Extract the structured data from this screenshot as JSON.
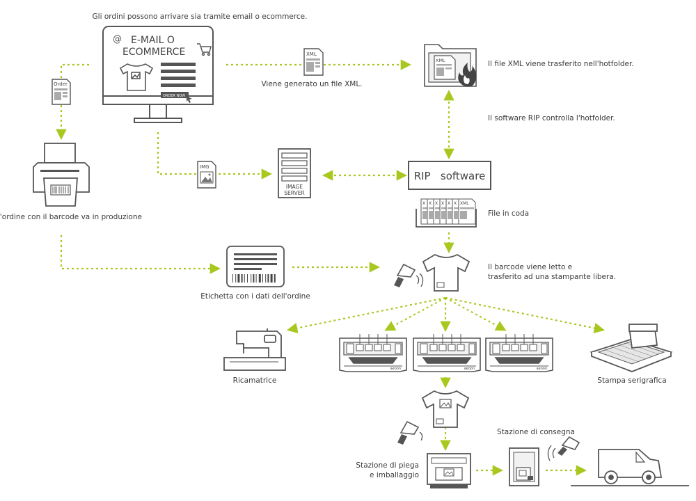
{
  "labels": {
    "top_note": "Gli ordini possono arrivare sia tramite email o ecommerce.",
    "email_title_line1": "E-MAIL O",
    "email_title_line2": "ECOMMERCE",
    "order_now": "ORDER NOW",
    "xml_generated": "Viene generato un file XML.",
    "xml_hotfolder": "Il file XML viene trasferito nell'hotfolder.",
    "rip_controls": "Il software RIP controlla l'hotfolder.",
    "rip_software": "RIP   software",
    "image_server_line1": "IMAGE",
    "image_server_line2": "SERVER",
    "file_queue": "File in coda",
    "order_to_production": "L'ordine con il barcode va in produzione",
    "label_with_data": "Etichetta con i dati dell'ordine",
    "barcode_read_line1": "Il barcode viene letto e",
    "barcode_read_line2": "trasferito ad una stampante libera.",
    "embroidery": "Ricamatrice",
    "screen_print": "Stampa serigrafica",
    "folding_line1": "Stazione di piega",
    "folding_line2": "e imballaggio",
    "delivery": "Stazione di consegna"
  },
  "doc_tags": {
    "order": "Order",
    "xml": "XML",
    "img": "IMG",
    "xml_small": "XML",
    "queue_x": "X",
    "queue_xml": "XML"
  },
  "printer_brand": "aeoon",
  "colors": {
    "arrow": "#a8c820",
    "line": "#555555",
    "fill_light": "#f2f2f2",
    "fill_mid": "#cccccc",
    "flame": "#444444"
  }
}
